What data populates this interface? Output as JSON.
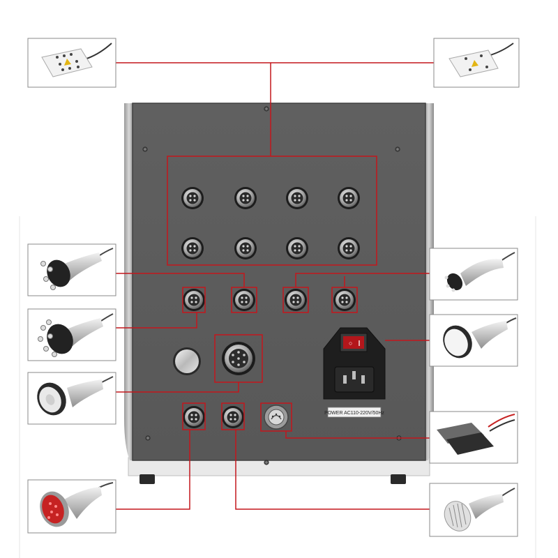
{
  "device": {
    "power_label": "POWER AC110-220V/50Hz",
    "panel_color": "#5f5f5f",
    "leader_color": "#c4161c"
  },
  "accessories": [
    {
      "id": "pad-8-dot",
      "icon": "electrode-pad-8-dot-icon"
    },
    {
      "id": "pad-5-dot",
      "icon": "electrode-pad-5-dot-icon"
    },
    {
      "id": "rf-4-ball-probe",
      "icon": "rf-4-ball-probe-icon"
    },
    {
      "id": "rf-6-ball-probe",
      "icon": "rf-6-ball-probe-icon"
    },
    {
      "id": "cavitation-probe",
      "icon": "cavitation-probe-icon"
    },
    {
      "id": "led-photon-probe",
      "icon": "led-photon-probe-icon"
    },
    {
      "id": "rf-small-probe",
      "icon": "rf-small-probe-icon"
    },
    {
      "id": "cavitation-40k-probe",
      "icon": "cavitation-40k-probe-icon"
    },
    {
      "id": "ems-pad",
      "icon": "ems-pad-icon"
    },
    {
      "id": "vacuum-cup-probe",
      "icon": "vacuum-cup-probe-icon"
    }
  ]
}
